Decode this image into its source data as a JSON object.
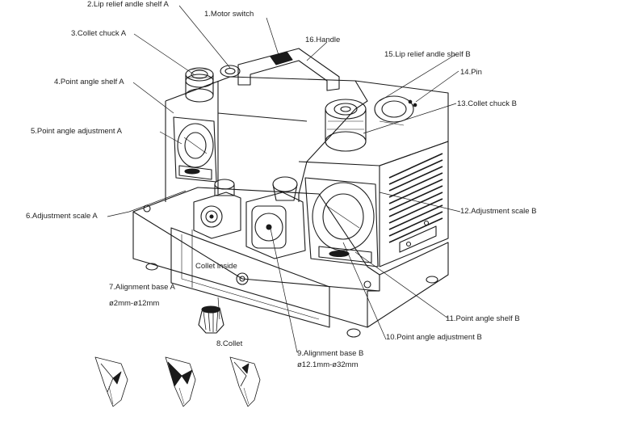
{
  "labels": {
    "motor_switch": "1.Motor switch",
    "lip_shelf_a": "2.Lip relief andle shelf A",
    "collet_chuck_a": "3.Collet chuck A",
    "point_shelf_a": "4.Point angle shelf A",
    "point_adj_a": "5.Point angle adjustment A",
    "adj_scale_a": "6.Adjustment scale A",
    "align_base_a": "7.Alignment base A",
    "align_base_a_range": "ø2mm-ø12mm",
    "collet": "8.Collet",
    "align_base_b": "9.Alignment base B",
    "align_base_b_range": "ø12.1mm-ø32mm",
    "point_adj_b": "10.Point angle adjustment B",
    "point_shelf_b": "11.Point angle shelf B",
    "adj_scale_b": "12.Adjustment scale B",
    "collet_chuck_b": "13.Collet chuck B",
    "pin": "14.Pin",
    "lip_shelf_b": "15.Lip relief andle shelf B",
    "handle": "16.Handle",
    "collet_inside": "Collet inside"
  }
}
